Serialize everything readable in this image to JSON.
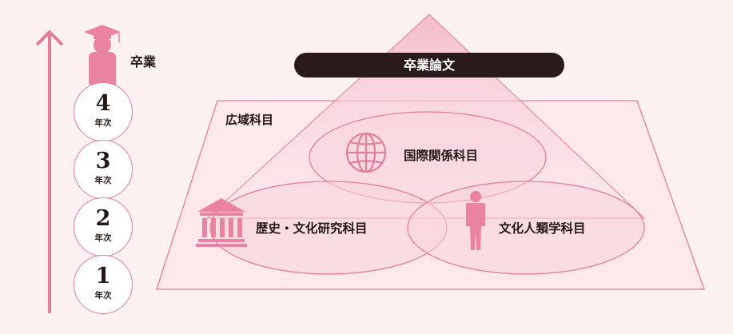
{
  "timeline": {
    "graduation_label": "卒業",
    "years": [
      {
        "num": "4",
        "unit": "年次"
      },
      {
        "num": "3",
        "unit": "年次"
      },
      {
        "num": "2",
        "unit": "年次"
      },
      {
        "num": "1",
        "unit": "年次"
      }
    ]
  },
  "diagram": {
    "thesis_label": "卒業論文",
    "area_label": "広域科目",
    "fields": {
      "international": "国際関係科目",
      "history": "歴史・文化研究科目",
      "anthropology": "文化人類学科目"
    }
  },
  "colors": {
    "accent": "#e07f9a",
    "fill_pink": "#f7d3dc",
    "dark": "#2a1a1c",
    "background": "#fdf1f1"
  },
  "icons": [
    "graduate-icon",
    "globe-icon",
    "building-icon",
    "person-icon",
    "up-arrow-icon"
  ]
}
